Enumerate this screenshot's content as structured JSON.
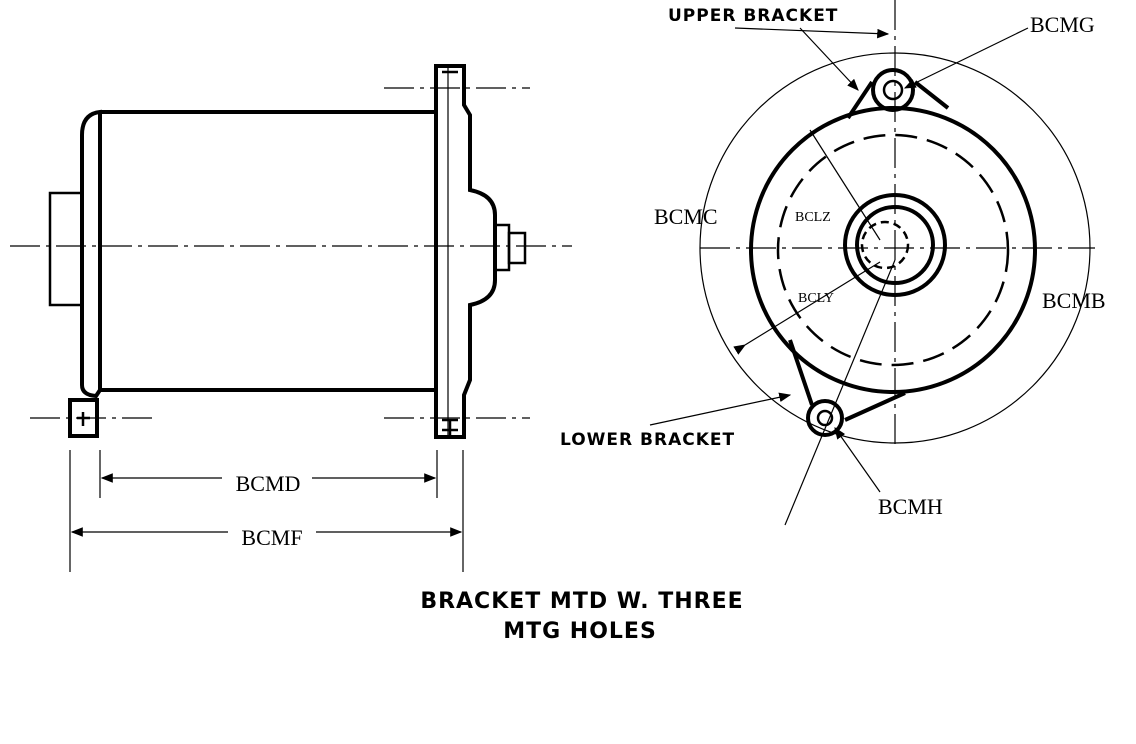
{
  "title": "BRACKET MTD W. THREE",
  "title_line2": "MTG HOLES",
  "labels": {
    "upper_bracket": "UPPER BRACKET",
    "lower_bracket": "LOWER BRACKET",
    "bcmg": "BCMG",
    "bcmc": "BCMC",
    "bcmb": "BCMB",
    "bcmh": "BCMH",
    "bclz": "BCLZ",
    "bcly": "BCLY",
    "bcmd": "BCMD",
    "bcmf": "BCMF"
  }
}
